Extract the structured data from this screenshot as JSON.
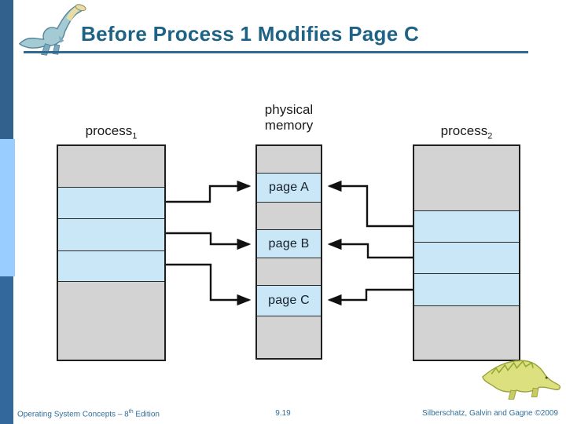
{
  "header": {
    "title": "Before Process 1 Modifies Page C"
  },
  "diagram": {
    "process1_label": "process",
    "process1_sub": "1",
    "memory_label": "physical memory",
    "process2_label": "process",
    "process2_sub": "2",
    "pages": [
      "page A",
      "page B",
      "page C"
    ]
  },
  "footer": {
    "left_prefix": "Operating System Concepts – 8",
    "left_sup": "th",
    "left_suffix": " Edition",
    "page_number": "9.19",
    "right": "Silberschatz, Galvin and Gagne ©2009"
  },
  "icons": {
    "top_left": "dinosaur-logo",
    "bottom_right": "dinosaur-logo"
  },
  "colors": {
    "title_text": "#1E6285",
    "title_underline": "#2E6A92",
    "sidebar_top": "#31618C",
    "sidebar_middle": "#99CCFF",
    "sidebar_bottom": "#33689C",
    "row_gray": "#D3D3D3",
    "row_blue": "#C9E7F6",
    "footer_text": "#2E6E99",
    "arrow": "#111111"
  }
}
